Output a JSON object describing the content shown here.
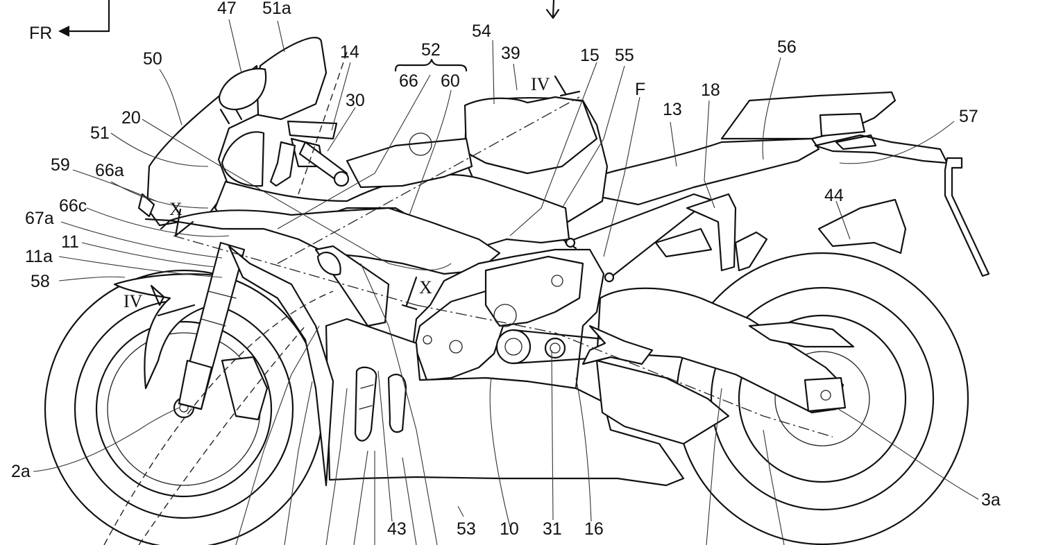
{
  "direction": {
    "label": "FR"
  },
  "callouts": {
    "47": "47",
    "51a": "51a",
    "50": "50",
    "14": "14",
    "52": "52",
    "54": "54",
    "39": "39",
    "15": "15",
    "55": "55",
    "56": "56",
    "66": "66",
    "60": "60",
    "30": "30",
    "IV_top": "IV",
    "F": "F",
    "13": "13",
    "18": "18",
    "57": "57",
    "20": "20",
    "51": "51",
    "59": "59",
    "66a": "66a",
    "66c": "66c",
    "67a": "67a",
    "11": "11",
    "11a": "11a",
    "58": "58",
    "IV_left": "IV",
    "X_top": "X",
    "X_mid": "X",
    "44": "44",
    "2a": "2a",
    "43": "43",
    "53": "53",
    "10": "10",
    "31": "31",
    "16": "16",
    "3a": "3a"
  }
}
